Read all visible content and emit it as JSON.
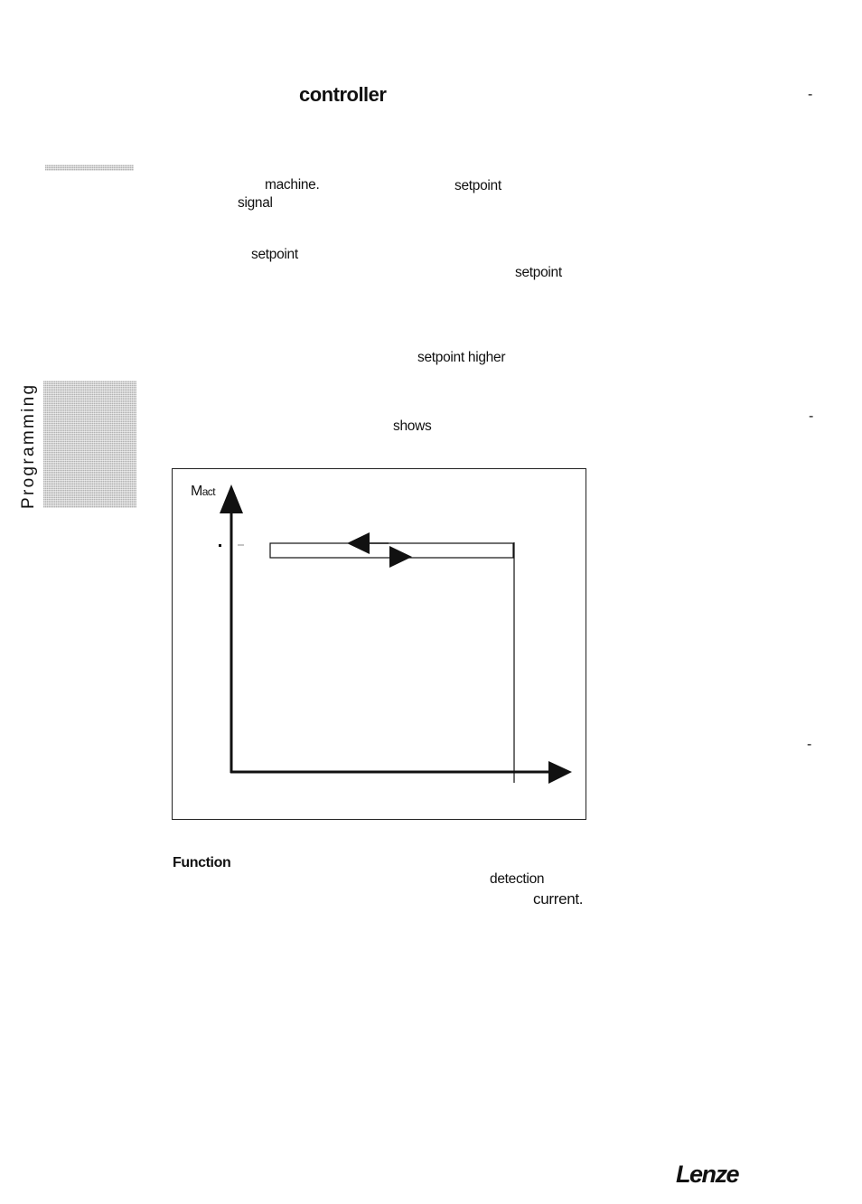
{
  "page": {
    "title": "controller",
    "side_tab": "Programming",
    "logo": "Lenze"
  },
  "text_fragments": [
    "machine.",
    "setpoint",
    "signal",
    "setpoint",
    "setpoint",
    "setpoint higher",
    "shows"
  ],
  "figure": {
    "y_axis_label_main": "M",
    "y_axis_label_sub": "act"
  },
  "function_section": {
    "heading": "Function",
    "fragments": [
      "detection",
      "current."
    ]
  },
  "margin_marks": [
    "-",
    "-",
    "-"
  ]
}
